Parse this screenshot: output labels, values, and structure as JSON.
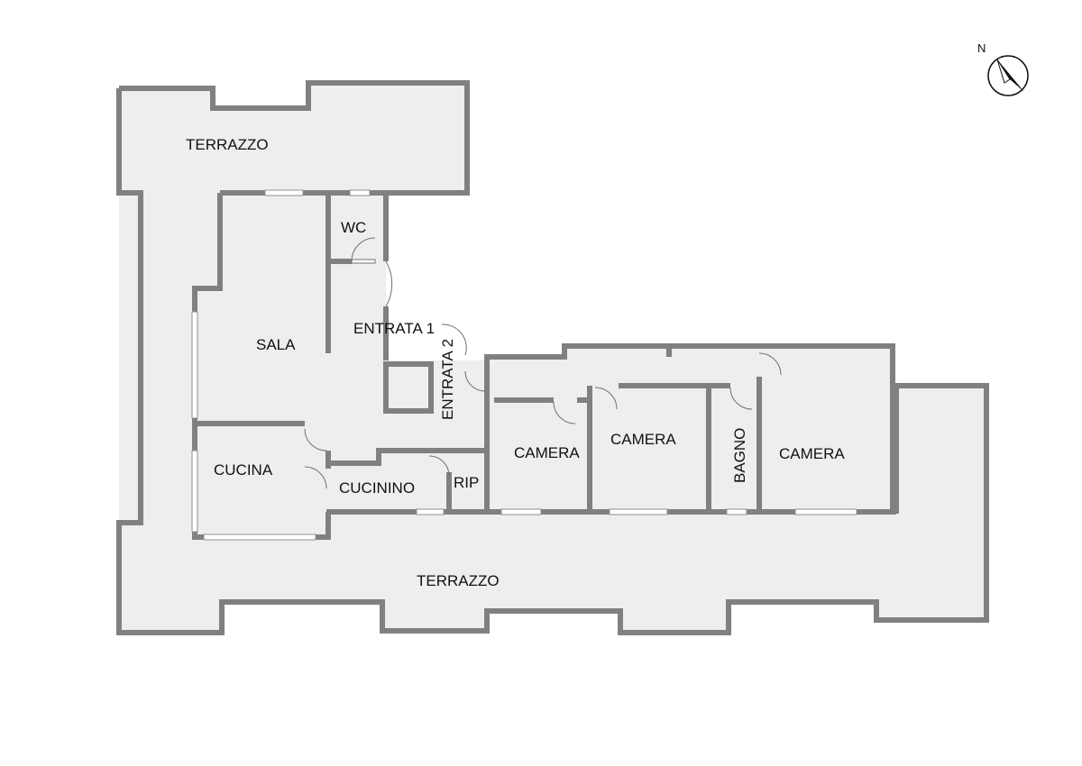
{
  "compass": {
    "north_label": "N"
  },
  "rooms": {
    "terrazzo_top": "TERRAZZO",
    "terrazzo_bottom": "TERRAZZO",
    "wc": "WC",
    "sala": "SALA",
    "entrata_1": "ENTRATA 1",
    "entrata_2": "ENTRATA 2",
    "cucina": "CUCINA",
    "cucinino": "CUCININO",
    "rip": "RIP",
    "camera_1": "CAMERA",
    "camera_2": "CAMERA",
    "bagno": "BAGNO",
    "camera_3": "CAMERA"
  },
  "colors": {
    "wall": "#808080",
    "floor": "#eeeeee",
    "background": "#ffffff"
  }
}
